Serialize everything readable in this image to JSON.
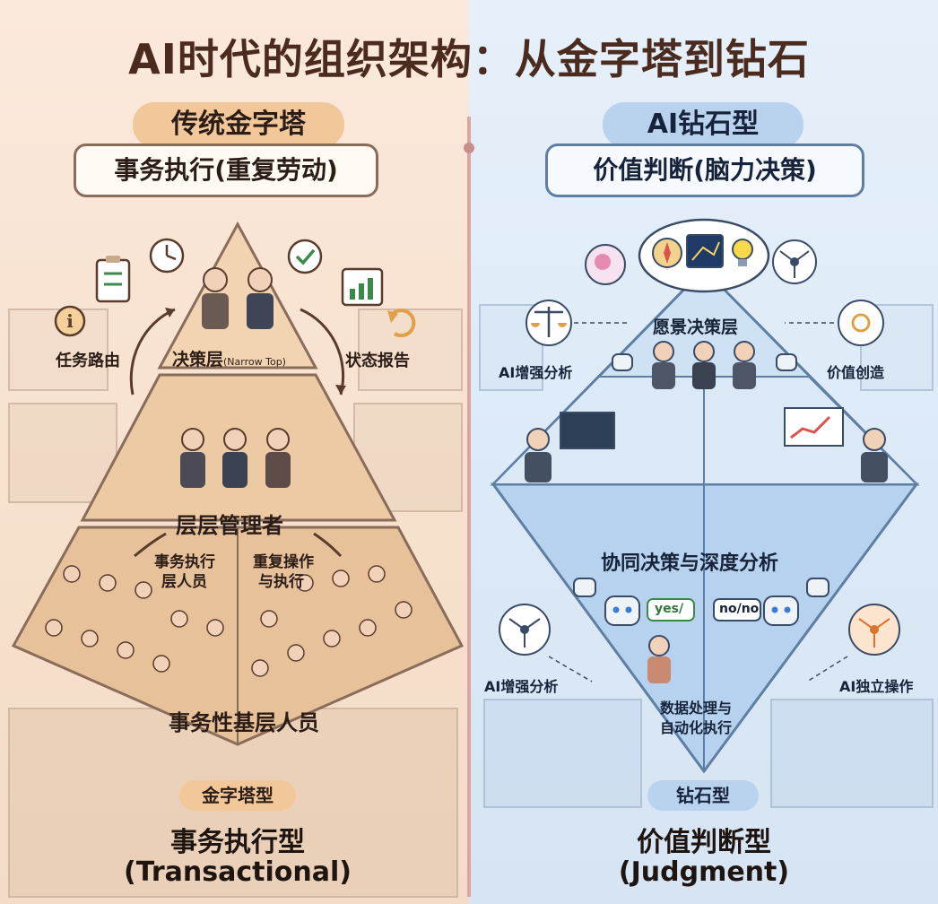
{
  "title": "AI时代的组织架构：从金字塔到钻石",
  "left": {
    "header": "传统金字塔",
    "subtitle": "事务执行(重复劳动)",
    "top_layer": "决策层",
    "top_layer_note": "(Narrow Top)",
    "task_routing": "任务路由",
    "status_report": "状态报告",
    "middle_layer": "层层管理者",
    "exec_staff": [
      "事务执行",
      "层人员"
    ],
    "repeat_ops": [
      "重复操作",
      "与执行"
    ],
    "base_layer": "事务性基层人员",
    "type_badge": "金字塔型",
    "type_name": "事务执行型",
    "type_name_en": "(Transactional)",
    "colors": {
      "accent": "#f2c79a",
      "border": "#8a6c5a",
      "pyramid_top": "#f3d4b2",
      "pyramid_mid": "#eccaa4",
      "pyramid_base": "#e7c19a"
    }
  },
  "right": {
    "header": "AI钻石型",
    "subtitle": "价值判断(脑力决策)",
    "vision_layer": "愿景决策层",
    "ai_analysis_top": "AI增强分析",
    "value_creation": "价值创造",
    "collab": "协同决策与深度分析",
    "ai_analysis_bottom": "AI增强分析",
    "ai_independent": "AI独立操作",
    "yes_bubble": "yes/",
    "no_bubble": "no/no",
    "data_processing": [
      "数据处理与",
      "自动化执行"
    ],
    "type_badge": "钻石型",
    "type_name": "价值判断型",
    "type_name_en": "(Judgment)",
    "colors": {
      "accent": "#b9d3ee",
      "border": "#5e7fa3",
      "diamond_top": "#cfe1f4",
      "diamond_bottom": "#b7d2ee"
    }
  },
  "icons": [
    "clipboard-icon",
    "clock-icon",
    "check-icon",
    "calendar-chart-icon",
    "info-icon",
    "refresh-icon",
    "brain-icon",
    "compass-icon",
    "star-map-icon",
    "lightbulb-icon",
    "network-icon",
    "balance-scale-icon",
    "robot-icon",
    "gear-network-icon",
    "cloud-icon"
  ]
}
